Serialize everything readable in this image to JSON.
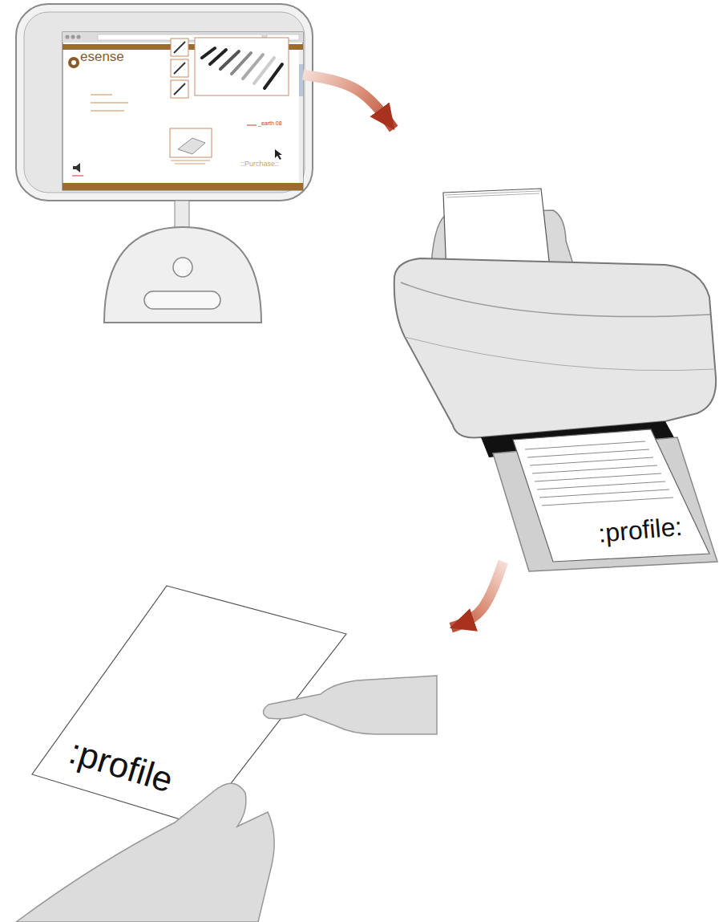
{
  "diagram": {
    "nodes": [
      {
        "text": [
          "esense",
          "_earth 08",
          "::Purchase::"
        ]
      },
      {
        "text": [
          ":profile:"
        ]
      },
      {
        "text": [
          ":profile"
        ]
      }
    ],
    "edges": [
      {
        "from": 0,
        "to": 1,
        "arrow": "to"
      },
      {
        "from": 1,
        "to": 2,
        "arrow": "to"
      }
    ]
  }
}
